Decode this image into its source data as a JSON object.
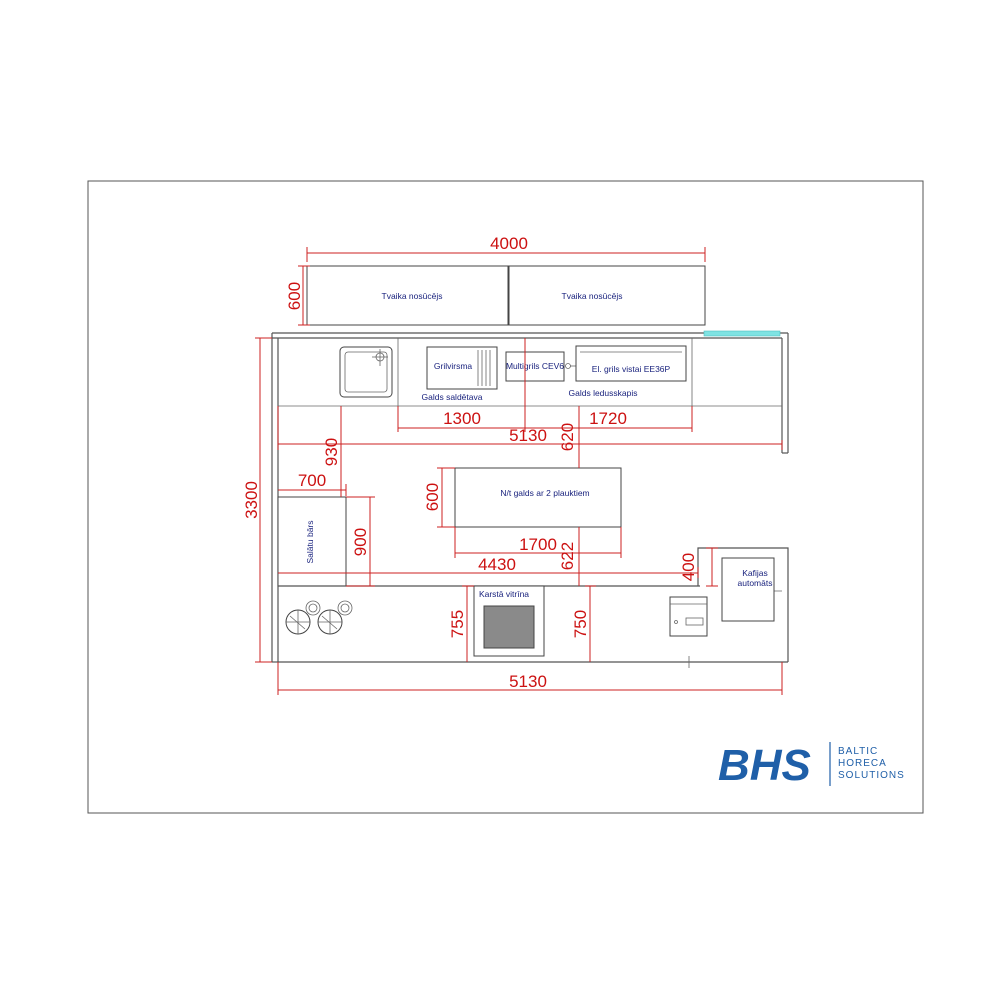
{
  "labels": {
    "hood_left": "Tvaika nosūcējs",
    "hood_right": "Tvaika nosūcējs",
    "griddle": "Grilvirsma",
    "multigrill": "Multigrils CEV6",
    "el_grill": "El. grils vistai EE36P",
    "freezer_table": "Galds saldētava",
    "fridge_table": "Galds ledusskapis",
    "center_table": "N/t galds ar 2 plauktiem",
    "salad_bar": "Salātu bārs",
    "hot_vitrine": "Karstā vitrīna",
    "coffee_line1": "Kafijas",
    "coffee_line2": "automāts"
  },
  "dimensions": {
    "hood_width": "4000",
    "hood_depth": "600",
    "run_left": "1300",
    "run_total_top": "5130",
    "run_right": "1720",
    "aisle_top": "620",
    "left_930": "930",
    "salad_depth": "700",
    "total_depth": "3300",
    "table_depth": "600",
    "salad_len": "900",
    "table_len": "1700",
    "mid_run": "4430",
    "aisle_bottom": "622",
    "coffee_depth": "400",
    "left_755": "755",
    "right_750": "750",
    "run_total_bottom": "5130"
  },
  "logo": {
    "main": "BHS",
    "line1": "BALTIC",
    "line2": "HORECA",
    "line3": "SOLUTIONS"
  },
  "colors": {
    "dimension": "#cc1111",
    "label": "#1a237e",
    "brand": "#1f5fa8",
    "accent": "#7fe3e3"
  }
}
